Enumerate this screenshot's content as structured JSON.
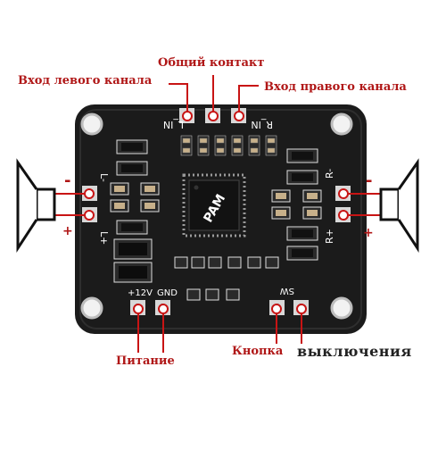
{
  "labels": {
    "left_input": "Вход левого канала",
    "common": "Общий контакт",
    "right_input": "Вход правого канала",
    "power": "Питание",
    "button": "Кнопка",
    "shutdown": "выключения"
  },
  "board_silk": {
    "l_in": "L_IN",
    "r_in": "R_IN",
    "l_minus": "L-",
    "l_plus": "L+",
    "r_minus": "R-",
    "r_plus": "R+",
    "v12": "+12V",
    "gnd": "GND",
    "sw": "SW",
    "chip": "PAM"
  },
  "polarity": {
    "left_minus": "-",
    "left_plus": "+",
    "right_minus": "-",
    "right_plus": "+"
  },
  "colors": {
    "board": "#1b1b1b",
    "label": "#b01717",
    "marker": "#c81414",
    "pad": "#d8d8d8"
  }
}
